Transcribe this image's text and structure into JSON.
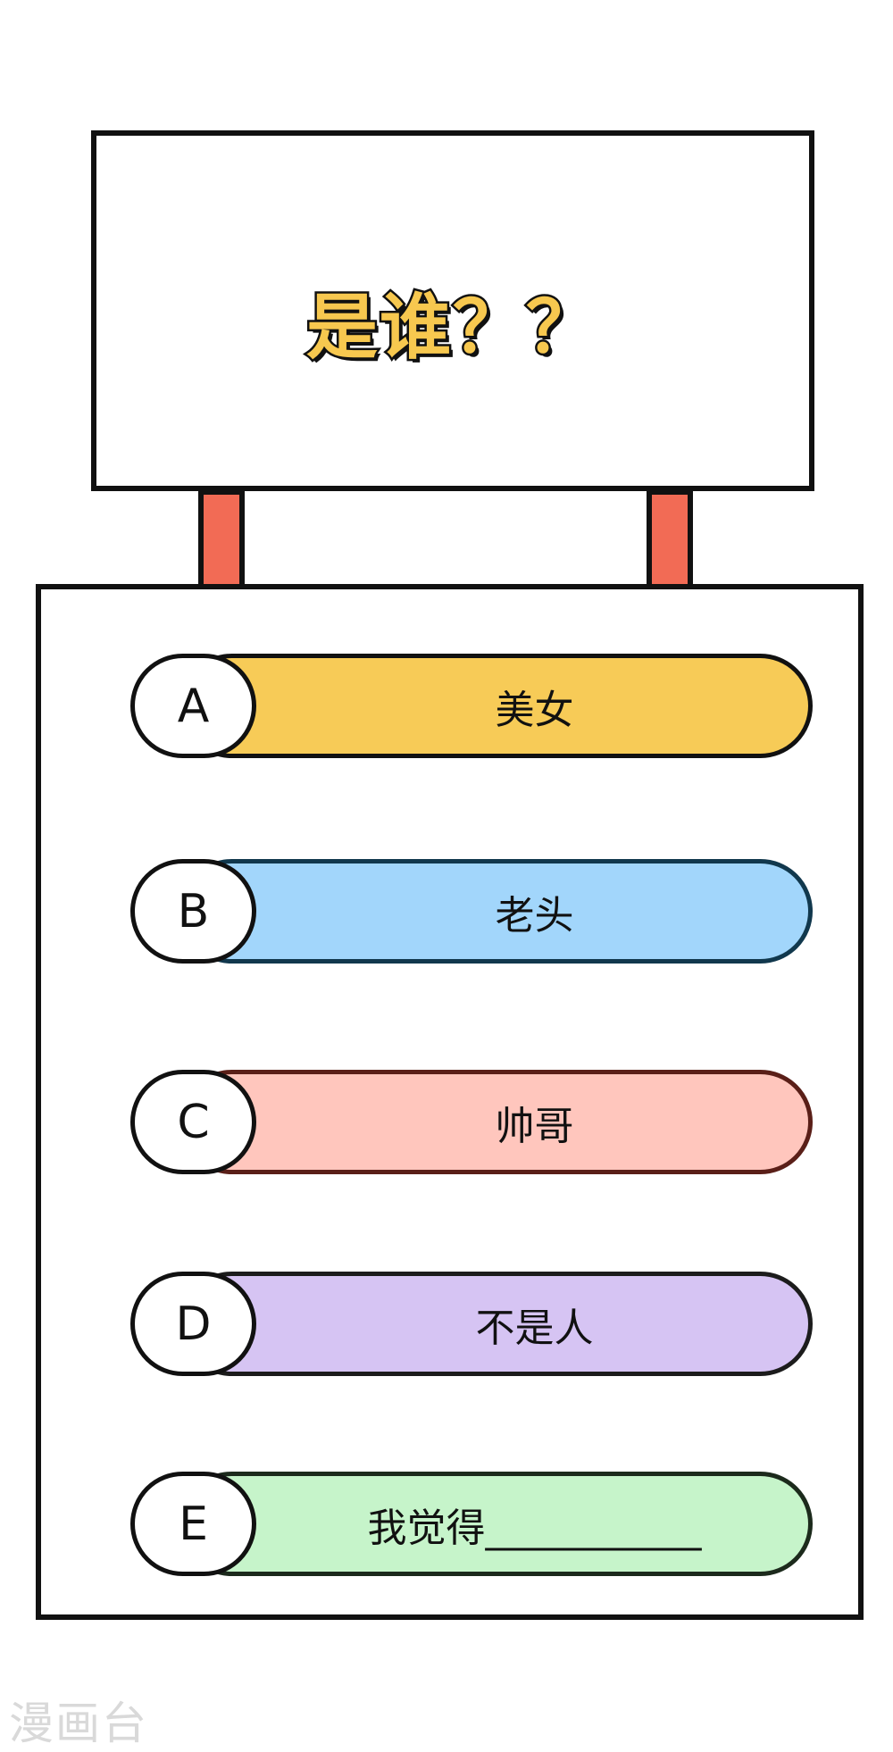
{
  "question": "是谁？？",
  "options": [
    {
      "letter": "A",
      "text": "美女",
      "color": "#f7cb57",
      "border": "#111111"
    },
    {
      "letter": "B",
      "text": "老头",
      "color": "#a2d6fb",
      "border": "#11384d"
    },
    {
      "letter": "C",
      "text": "帅哥",
      "color": "#ffc6bd",
      "border": "#5a1f18"
    },
    {
      "letter": "D",
      "text": "不是人",
      "color": "#d6c4f3",
      "border": "#1c1c1c"
    },
    {
      "letter": "E",
      "text": "我觉得___________",
      "color": "#c6f4ca",
      "border": "#1c2a1c"
    }
  ],
  "watermark": "漫画台"
}
